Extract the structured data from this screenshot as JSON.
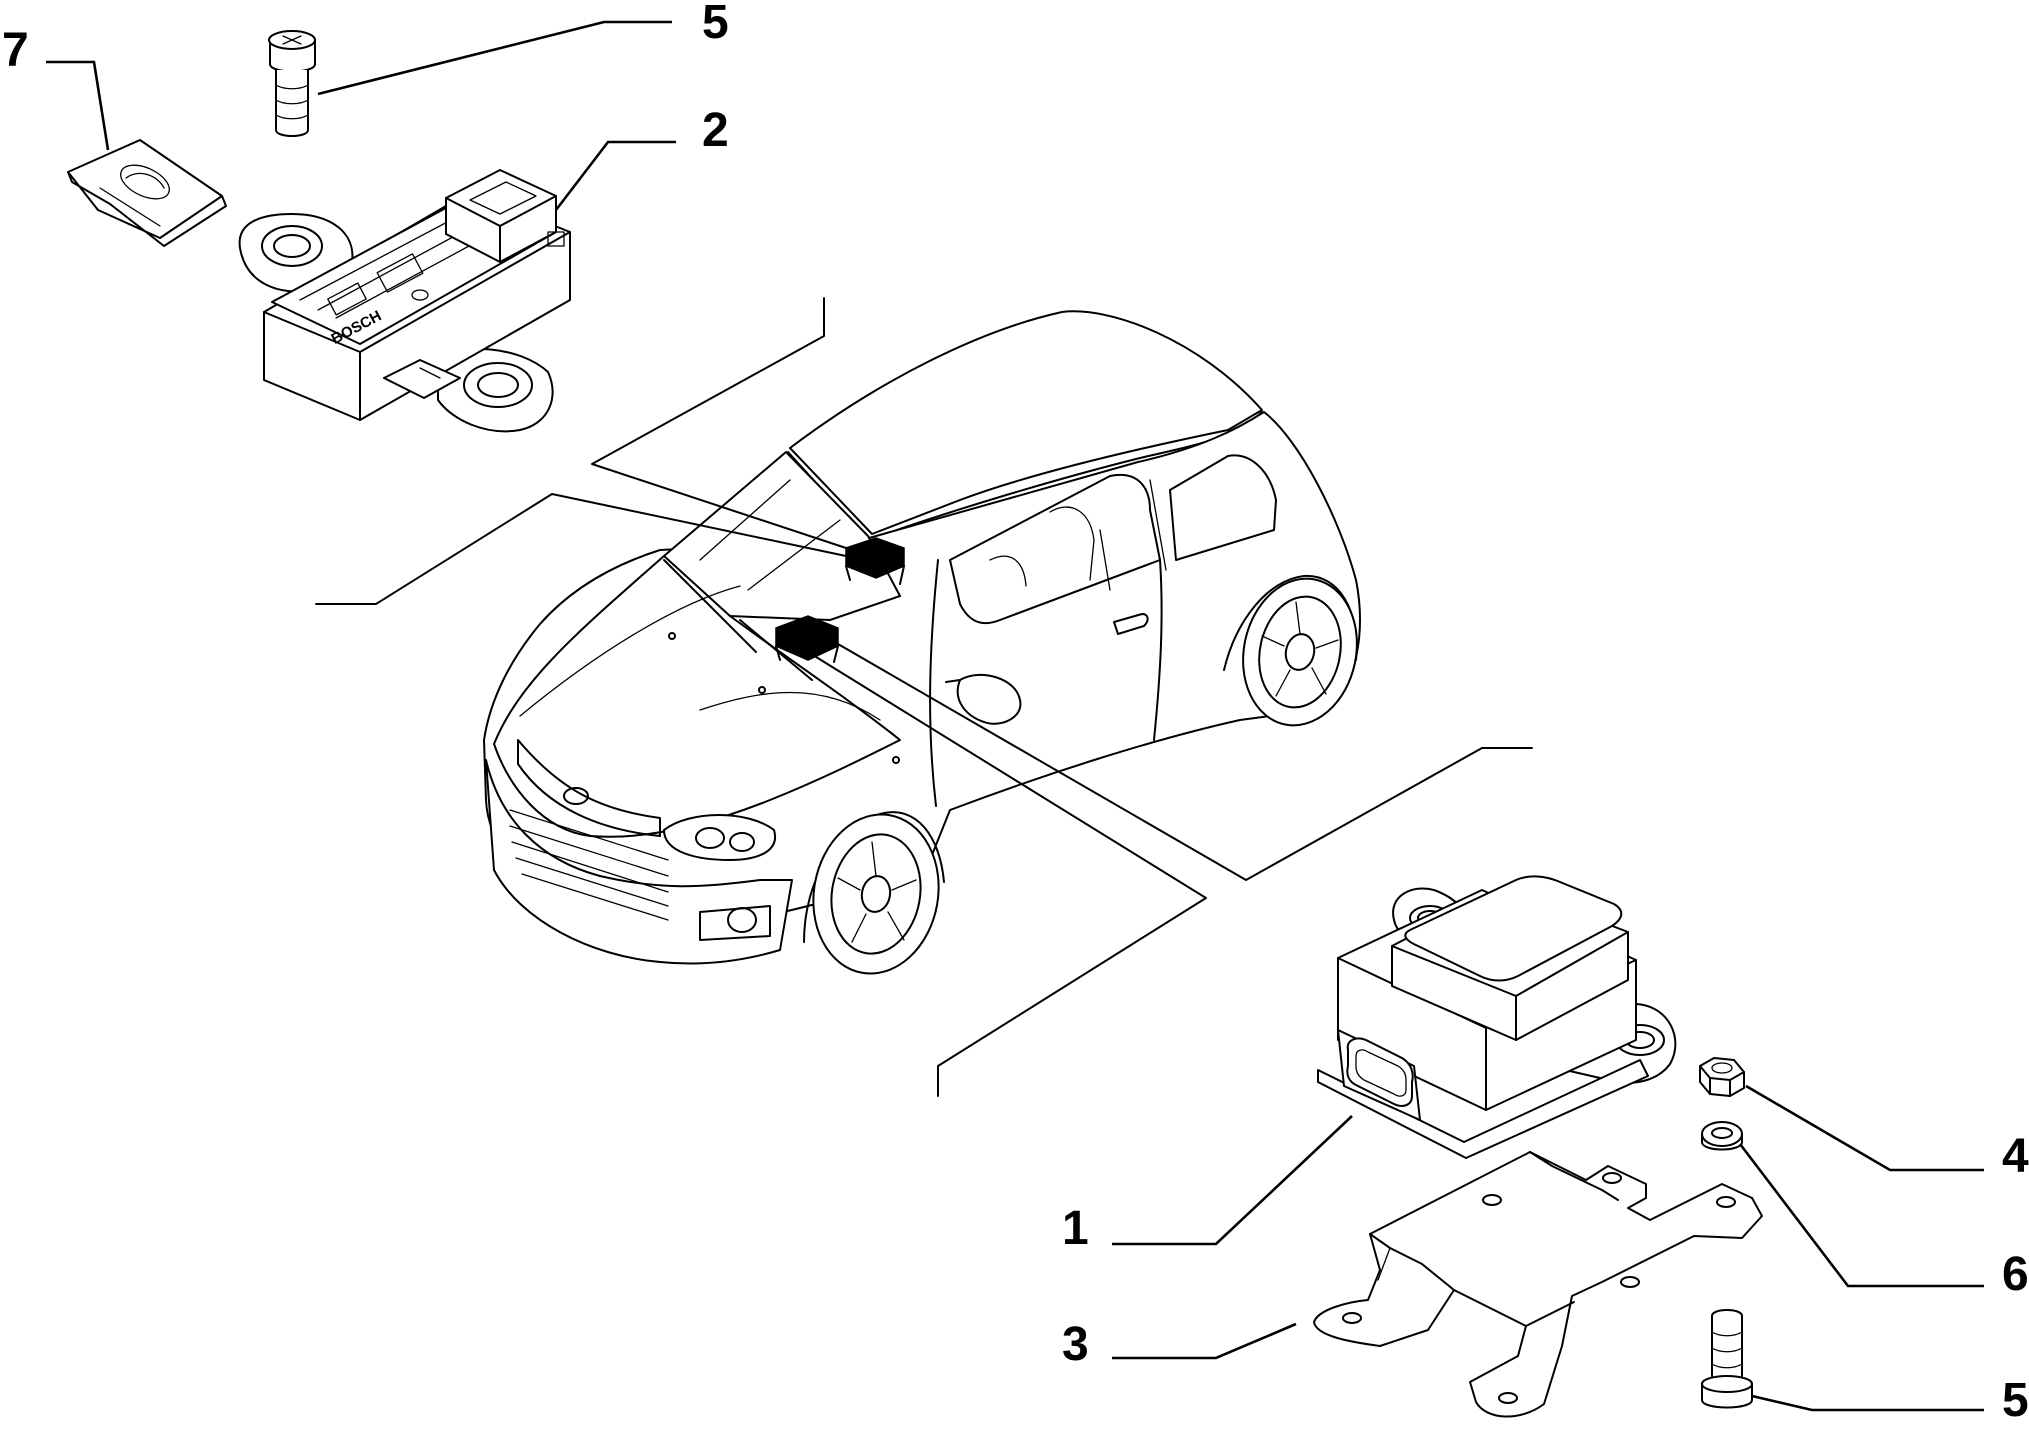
{
  "callouts": [
    {
      "id": "7",
      "label": "7"
    },
    {
      "id": "5a",
      "label": "5"
    },
    {
      "id": "2",
      "label": "2"
    },
    {
      "id": "1",
      "label": "1"
    },
    {
      "id": "3",
      "label": "3"
    },
    {
      "id": "4",
      "label": "4"
    },
    {
      "id": "6",
      "label": "6"
    },
    {
      "id": "5b",
      "label": "5"
    }
  ],
  "sensor_brand_text": "BOSCH"
}
